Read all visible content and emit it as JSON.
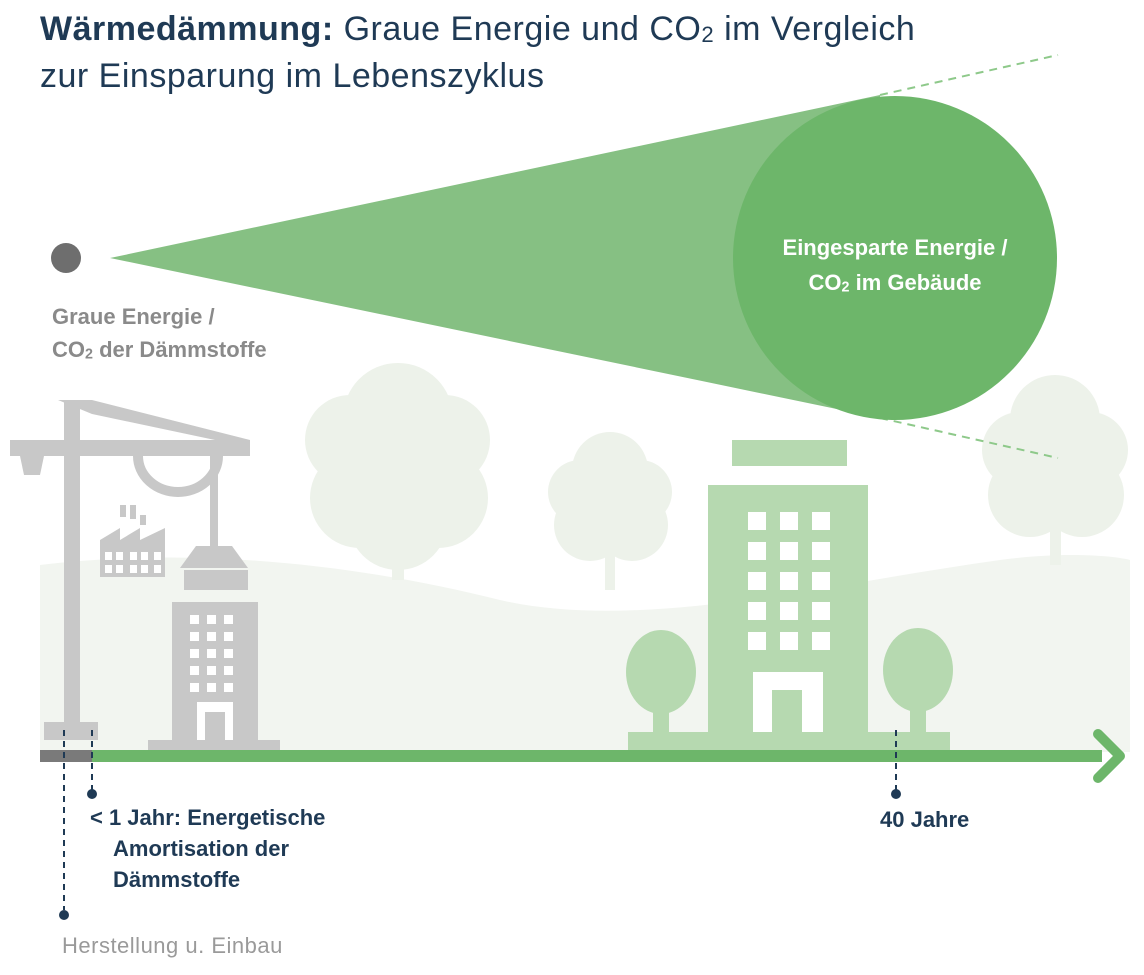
{
  "title": {
    "bold": "Wärmedämmung:",
    "line1_rest": "Graue Energie und CO",
    "sub": "2",
    "line1_end": "im Vergleich",
    "line2": "zur Einsparung im Lebenszyklus"
  },
  "grey_energy": {
    "line1": "Graue Energie /",
    "line2_pre": "CO",
    "sub": "2",
    "line2_post": "der Dämmstoffe"
  },
  "saved_energy": {
    "line1": "Eingesparte Energie /",
    "line2_pre": "CO",
    "sub": "2",
    "line2_post": "im Gebäude"
  },
  "timeline": {
    "amortisation_line1": "< 1 Jahr: Energetische",
    "amortisation_line2": "Amortisation der",
    "amortisation_line3": "Dämmstoffe",
    "end_label": "40 Jahre",
    "start_label": "Herstellung u. Einbau"
  },
  "colors": {
    "title": "#1f3a55",
    "green": "#6db66a",
    "light_green": "#b6d9b0",
    "grey": "#c8c8c8",
    "grey_dot": "#6e6e6e",
    "background_tint": "#f2f5f0"
  }
}
